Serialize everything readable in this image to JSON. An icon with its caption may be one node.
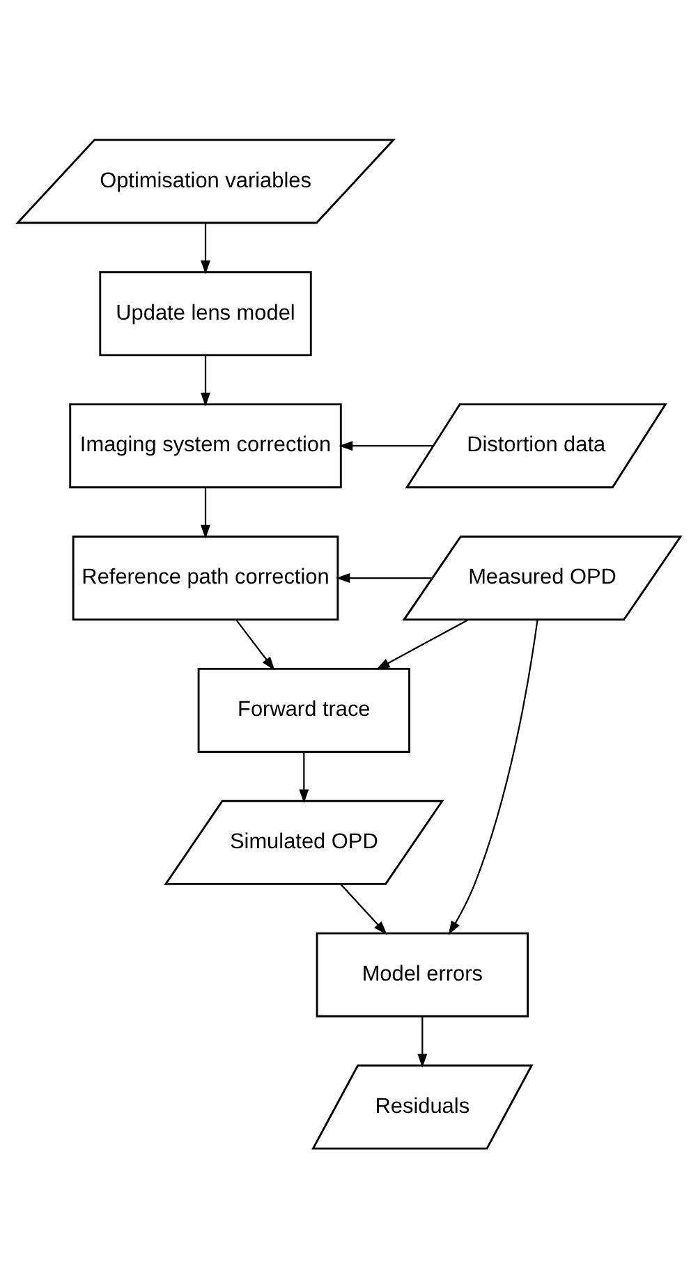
{
  "diagram": {
    "nodes": [
      {
        "text": [
          "Optimisation variables"
        ]
      },
      {
        "text": [
          "Update lens model"
        ]
      },
      {
        "text": [
          "Imaging system correction"
        ]
      },
      {
        "text": [
          "Distortion data"
        ]
      },
      {
        "text": [
          "Reference path correction"
        ]
      },
      {
        "text": [
          "Measured OPD"
        ]
      },
      {
        "text": [
          "Forward trace"
        ]
      },
      {
        "text": [
          "Simulated OPD"
        ]
      },
      {
        "text": [
          "Model errors"
        ]
      },
      {
        "text": [
          "Residuals"
        ]
      }
    ],
    "edges": [
      {
        "from": 0,
        "to": 1,
        "arrow": "to"
      },
      {
        "from": 1,
        "to": 2,
        "arrow": "to"
      },
      {
        "from": 3,
        "to": 2,
        "arrow": "to"
      },
      {
        "from": 2,
        "to": 4,
        "arrow": "to"
      },
      {
        "from": 5,
        "to": 4,
        "arrow": "to"
      },
      {
        "from": 4,
        "to": 6,
        "arrow": "to"
      },
      {
        "from": 5,
        "to": 6,
        "arrow": "to"
      },
      {
        "from": 6,
        "to": 7,
        "arrow": "to"
      },
      {
        "from": 7,
        "to": 8,
        "arrow": "to"
      },
      {
        "from": 5,
        "to": 8,
        "arrow": "to"
      },
      {
        "from": 8,
        "to": 9,
        "arrow": "to"
      }
    ]
  }
}
